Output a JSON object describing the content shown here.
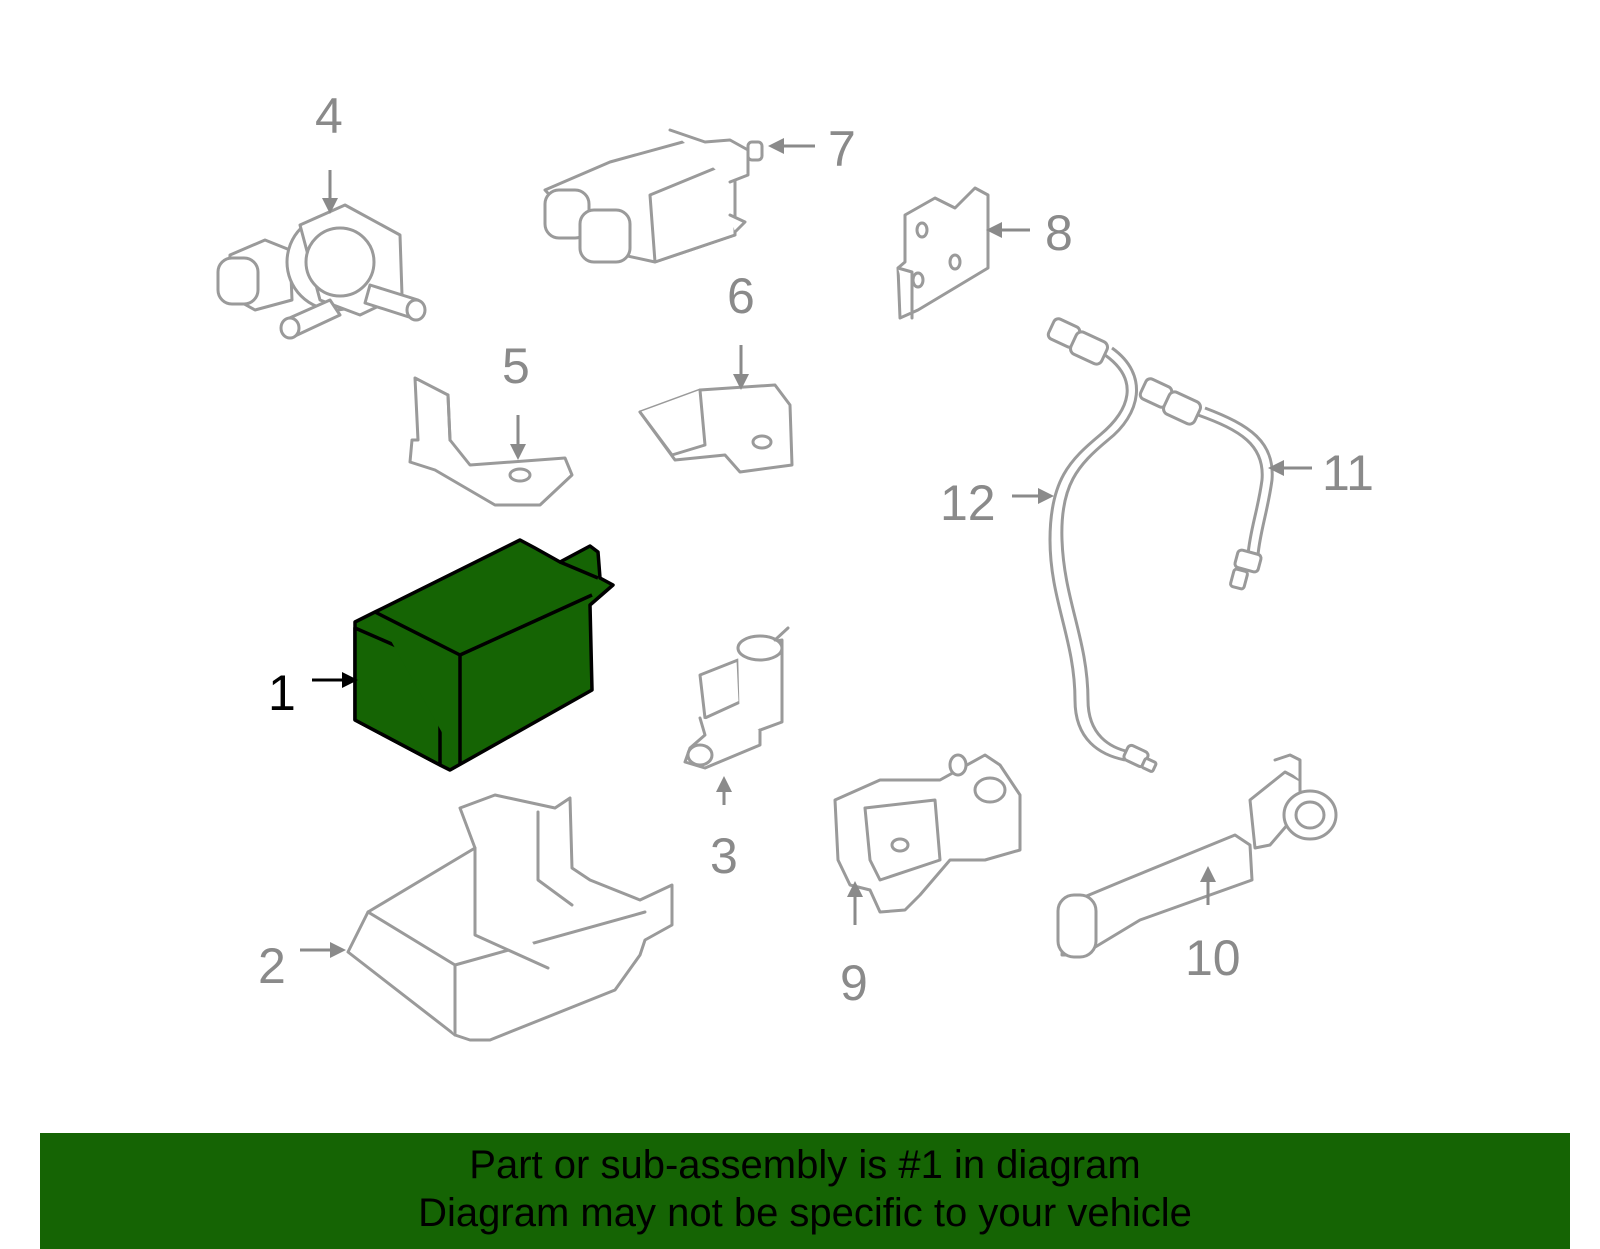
{
  "diagram": {
    "highlighted_part": "1",
    "highlight_color": "#156404",
    "callouts": [
      "1",
      "2",
      "3",
      "4",
      "5",
      "6",
      "7",
      "8",
      "9",
      "10",
      "11",
      "12"
    ]
  },
  "banner": {
    "line1": "Part or sub-assembly is #1 in diagram",
    "line2": "Diagram may not be specific to your vehicle",
    "background": "#156404"
  }
}
